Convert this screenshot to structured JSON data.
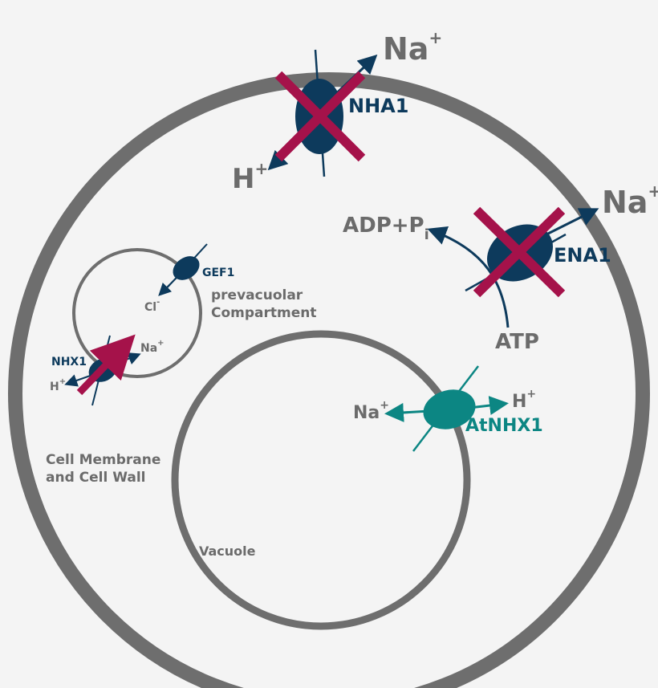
{
  "colors": {
    "background": "#f4f4f4",
    "membrane": "#6e6e6e",
    "navy_transporter": "#0d3a5c",
    "teal_transporter": "#0c8683",
    "knockout_cross": "#a5124a",
    "label_grey": "#6b6b6b"
  },
  "compartments": {
    "cell": "Cell Membrane",
    "cell_line2": "and Cell Wall",
    "prevacuolar": "prevacuolar",
    "prevacuolar_line2": "Compartment",
    "vacuole": "Vacuole"
  },
  "transporters": {
    "nha1": {
      "name": "NHA1",
      "out_ion": "Na",
      "out_charge": "+",
      "in_ion": "H",
      "in_charge": "+",
      "knocked_out": true
    },
    "ena1": {
      "name": "ENA1",
      "out_ion": "Na",
      "out_charge": "+",
      "substrate": "ATP",
      "product": "ADP+P",
      "product_subscript": "i",
      "knocked_out": true
    },
    "gef1": {
      "name": "GEF1",
      "ion": "Cl",
      "charge": "-"
    },
    "nhx1": {
      "name": "NHX1",
      "ion_a": "Na",
      "ion_a_charge": "+",
      "ion_b": "H",
      "ion_b_charge": "+",
      "knocked_out": true
    },
    "atnhx1": {
      "name": "AtNHX1",
      "ion_a": "Na",
      "ion_a_charge": "+",
      "ion_b": "H",
      "ion_b_charge": "+"
    }
  }
}
